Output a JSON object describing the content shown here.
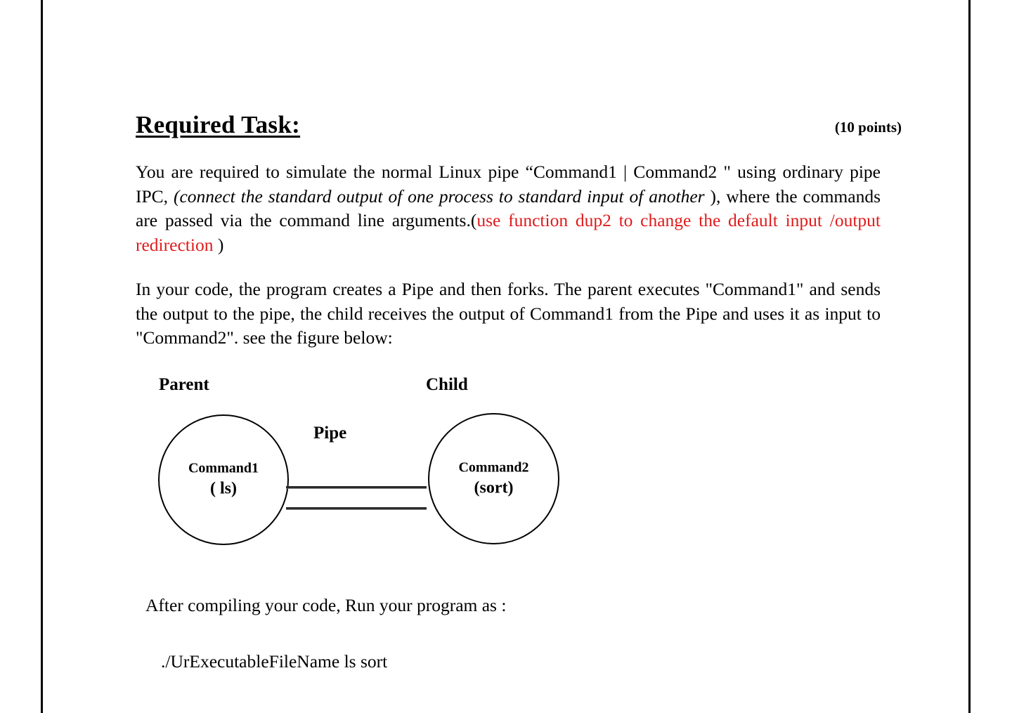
{
  "document": {
    "heading": "Required Task:",
    "points": "(10 points)",
    "paragraph1": {
      "seg1": "You are required to simulate the normal Linux pipe “Command1 | Command2 \" using ordinary pipe IPC, ",
      "seg2_italic": "(connect the standard output of one process to standard input of another",
      "seg3": " ), where the commands are passed via the command line arguments.(",
      "seg4_red": "use function dup2 to change the default input /output redirection",
      "seg5": " )"
    },
    "paragraph2": "In your code, the program creates a Pipe and then forks. The parent executes \"Command1\" and sends the output to the pipe, the child receives the output of Command1 from the Pipe and uses it as input to \"Command2\". see the figure below:",
    "figure": {
      "parent_label": "Parent",
      "child_label": "Child",
      "pipe_label": "Pipe",
      "parent_node_line1": "Command1",
      "parent_node_line2": "( ls)",
      "child_node_line1": "Command2",
      "child_node_line2": "(sort)"
    },
    "run_instruction": "After compiling your code, Run your program as :",
    "run_command": "./UrExecutableFileName ls sort",
    "colors": {
      "text": "#000000",
      "highlight_red": "#e01b1b",
      "page_background": "#ffffff",
      "frame_rule": "#000000"
    }
  }
}
